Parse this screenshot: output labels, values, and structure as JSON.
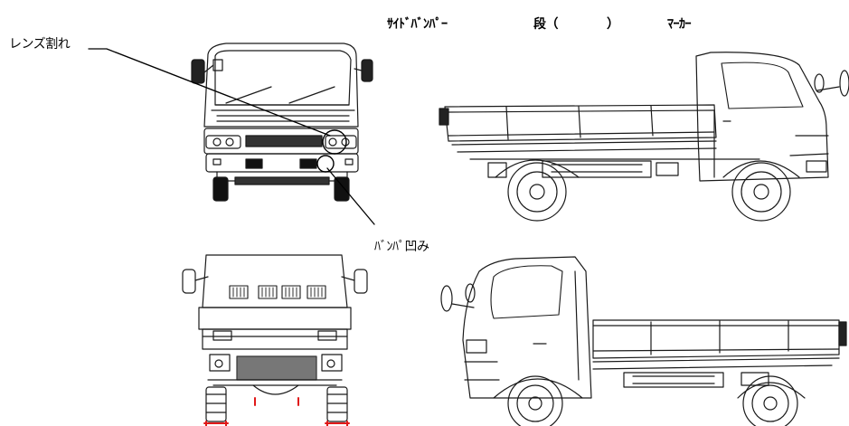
{
  "header": {
    "side_bumper": "ｻｲﾄﾞﾊﾞﾝﾊﾟｰ",
    "steps": "段（　　　　）",
    "marker": "ﾏｰｶｰ"
  },
  "annotations": {
    "lens_crack": "レンズ割れ",
    "bumper_dent": "ﾊﾞﾝﾊﾟ凹み"
  },
  "colors": {
    "line": "#1a1a1a",
    "shade": "#555555",
    "accent_red": "#e01818"
  },
  "icons": [
    "truck-front-view",
    "truck-rear-view",
    "truck-left-side-view",
    "truck-right-side-view"
  ]
}
